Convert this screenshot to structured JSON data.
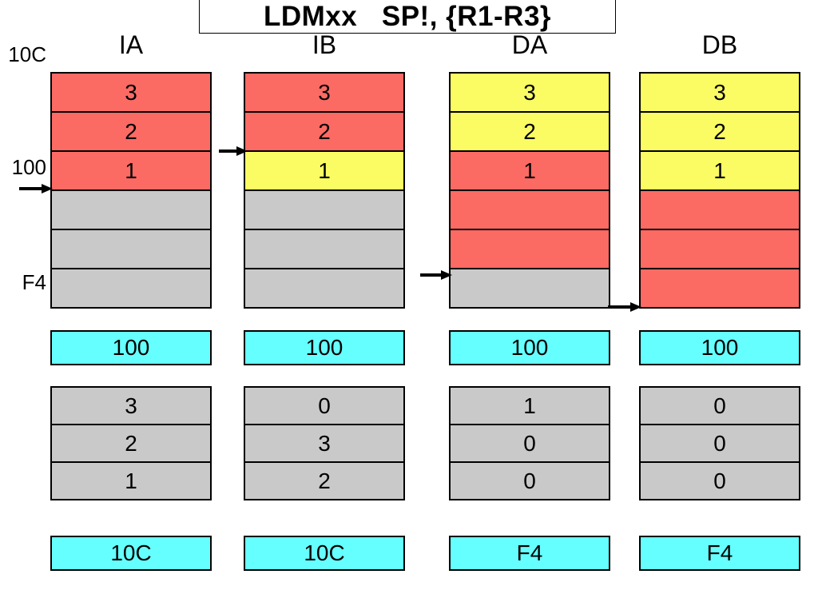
{
  "title": {
    "text": "LDMxx   SP!, {R1-R3}"
  },
  "columns": [
    {
      "header": "IA"
    },
    {
      "header": "IB"
    },
    {
      "header": "DA"
    },
    {
      "header": "DB"
    }
  ],
  "address_labels": {
    "top": "10C",
    "middle": "100",
    "bottom": "F4"
  },
  "colors": {
    "red": "#fc6a64",
    "yellow": "#fbfb64",
    "gray": "#c9c9c9",
    "cyan": "#66ffff",
    "border": "#000000"
  },
  "memory_stacks": [
    {
      "name": "IA",
      "cells": [
        {
          "value": "3",
          "color": "red"
        },
        {
          "value": "2",
          "color": "red"
        },
        {
          "value": "1",
          "color": "red"
        },
        {
          "value": "",
          "color": "gray"
        },
        {
          "value": "",
          "color": "gray"
        },
        {
          "value": "",
          "color": "gray"
        }
      ]
    },
    {
      "name": "IB",
      "cells": [
        {
          "value": "3",
          "color": "red"
        },
        {
          "value": "2",
          "color": "red"
        },
        {
          "value": "1",
          "color": "yellow"
        },
        {
          "value": "",
          "color": "gray"
        },
        {
          "value": "",
          "color": "gray"
        },
        {
          "value": "",
          "color": "gray"
        }
      ]
    },
    {
      "name": "DA",
      "cells": [
        {
          "value": "3",
          "color": "yellow"
        },
        {
          "value": "2",
          "color": "yellow"
        },
        {
          "value": "1",
          "color": "red"
        },
        {
          "value": "",
          "color": "red"
        },
        {
          "value": "",
          "color": "red"
        },
        {
          "value": "",
          "color": "gray"
        }
      ]
    },
    {
      "name": "DB",
      "cells": [
        {
          "value": "3",
          "color": "yellow"
        },
        {
          "value": "2",
          "color": "yellow"
        },
        {
          "value": "1",
          "color": "yellow"
        },
        {
          "value": "",
          "color": "red"
        },
        {
          "value": "",
          "color": "red"
        },
        {
          "value": "",
          "color": "red"
        }
      ]
    }
  ],
  "stack_pointer_before": [
    {
      "column": "IA",
      "value": "100"
    },
    {
      "column": "IB",
      "value": "100"
    },
    {
      "column": "DA",
      "value": "100"
    },
    {
      "column": "DB",
      "value": "100"
    }
  ],
  "registers": [
    {
      "column": "IA",
      "values": [
        "3",
        "2",
        "1"
      ]
    },
    {
      "column": "IB",
      "values": [
        "0",
        "3",
        "2"
      ]
    },
    {
      "column": "DA",
      "values": [
        "1",
        "0",
        "0"
      ]
    },
    {
      "column": "DB",
      "values": [
        "0",
        "0",
        "0"
      ]
    }
  ],
  "stack_pointer_after": [
    {
      "column": "IA",
      "value": "10C"
    },
    {
      "column": "IB",
      "value": "10C"
    },
    {
      "column": "DA",
      "value": "F4"
    },
    {
      "column": "DB",
      "value": "F4"
    }
  ]
}
